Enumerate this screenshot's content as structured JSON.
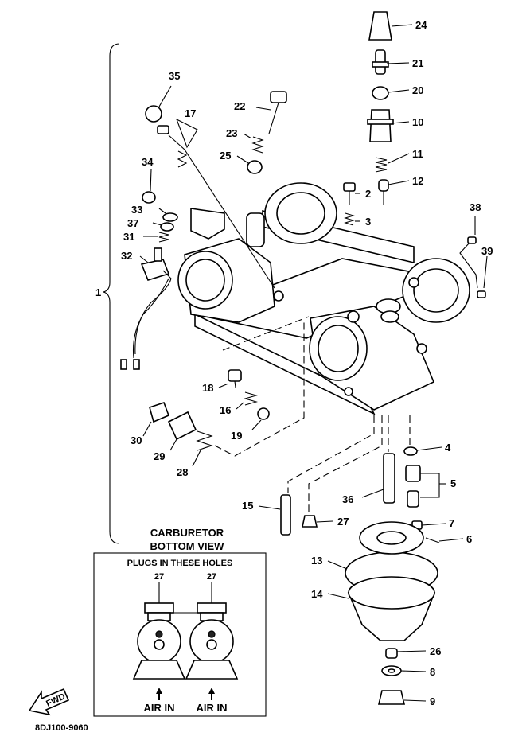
{
  "callouts": [
    "1",
    "2",
    "3",
    "4",
    "5",
    "6",
    "7",
    "8",
    "9",
    "10",
    "11",
    "12",
    "13",
    "14",
    "15",
    "16",
    "17",
    "18",
    "19",
    "20",
    "21",
    "22",
    "23",
    "24",
    "25",
    "26",
    "27",
    "27",
    "28",
    "29",
    "30",
    "31",
    "32",
    "33",
    "34",
    "35",
    "36",
    "37",
    "38",
    "39"
  ],
  "inset": {
    "title_line1": "CARBURETOR",
    "title_line2": "BOTTOM VIEW",
    "header": "PLUGS IN THESE HOLES",
    "plug_labels": [
      "27",
      "27"
    ],
    "air_in_labels": [
      "AIR IN",
      "AIR IN"
    ]
  },
  "fwd_label": "FWD",
  "drawing_number": "8DJ100-9060"
}
